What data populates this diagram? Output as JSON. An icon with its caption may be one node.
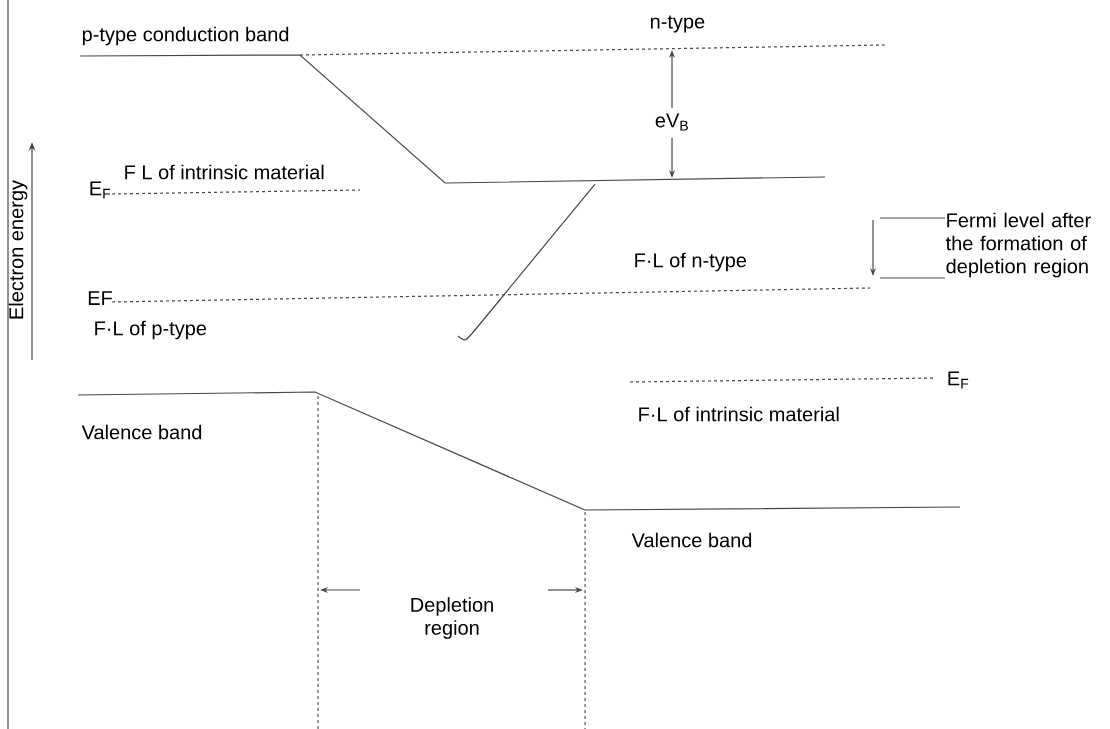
{
  "diagram": {
    "labels": [
      "p-type conduction band",
      "n-type",
      "eV$_{B}$",
      "E$_{F}$",
      "F L of intrinsic material",
      "Electron energy",
      "EF",
      "F·L of p-type",
      "F·L of n-type",
      "Fermi level after the formation of depletion region",
      "E$_{F}$",
      "F·L of intrinsic material",
      "Valence band",
      "Valence band",
      "Depletion region"
    ]
  }
}
